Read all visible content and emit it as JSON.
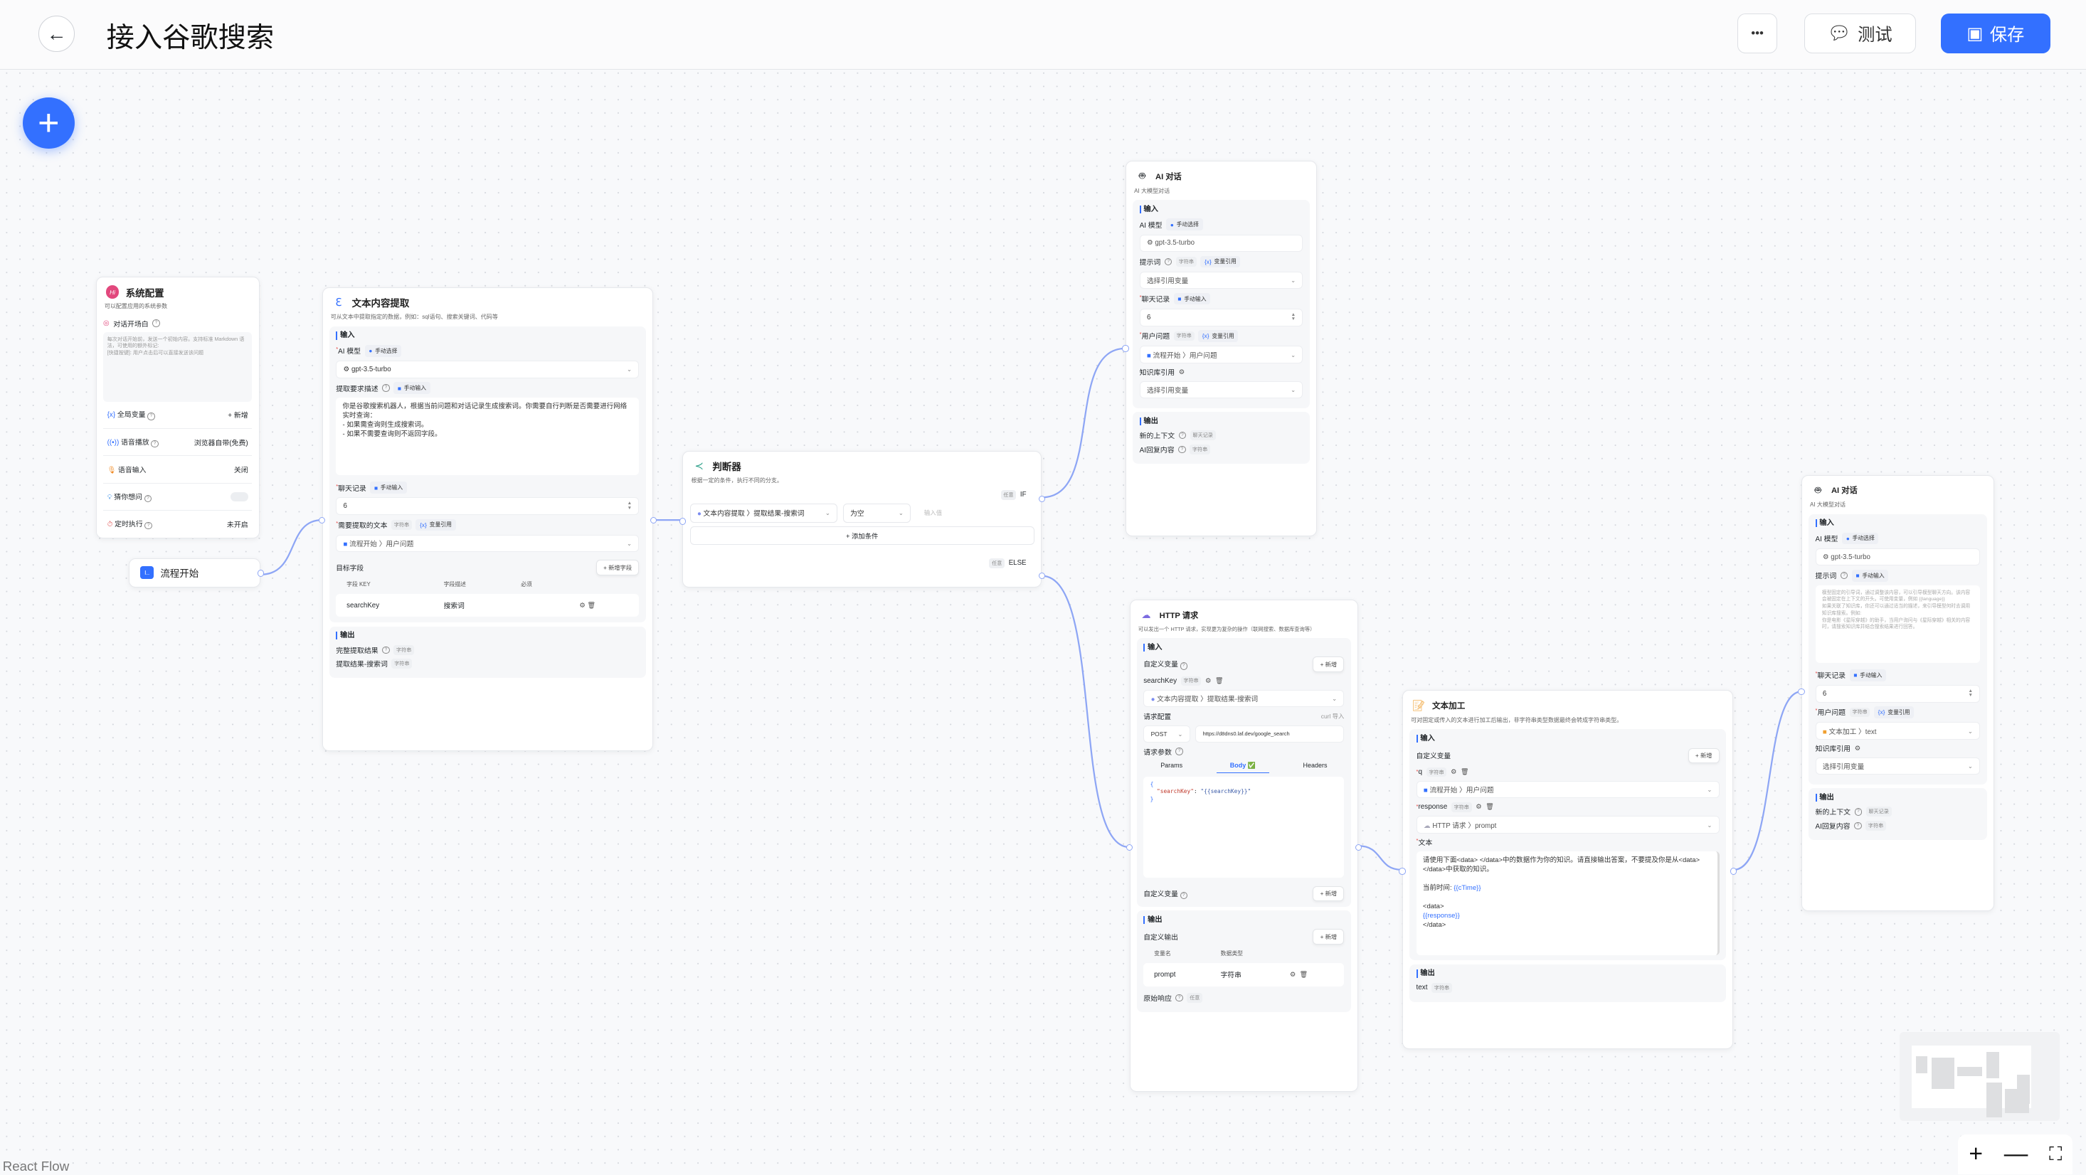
{
  "header": {
    "title": "接入谷歌搜索",
    "more_label": "•••",
    "test_label": "测试",
    "save_label": "保存",
    "accent": "#3370ff"
  },
  "canvas": {
    "add_label": "+",
    "attribution": "React Flow",
    "zoom_in": "+",
    "zoom_out": "—",
    "fit": "⛶"
  },
  "system_config": {
    "title": "系统配置",
    "desc": "可以配置应用的系统参数",
    "welcome_label": "对话开场白",
    "welcome_placeholder": "每次对话开始前，发送一个初始内容。支持标准 Markdown 语法，可使用的额外标记:\n[快捷按键]: 用户点击后可以直接发送该问题",
    "rows": [
      {
        "label": "全局变量",
        "value": "+ 新增"
      },
      {
        "label": "语音播放",
        "value": "浏览器自带(免费)"
      },
      {
        "label": "语音输入",
        "value": "关闭"
      },
      {
        "label": "猜你想问",
        "value": ""
      },
      {
        "label": "定时执行",
        "value": "未开启"
      }
    ]
  },
  "start": {
    "title": "流程开始"
  },
  "extract": {
    "title": "文本内容提取",
    "desc": "可从文本中提取指定的数据，例如：sql语句、搜索关键词、代码等",
    "input_label": "输入",
    "model_label": "AI 模型",
    "model_mode": "手动选择",
    "model_value": "gpt-3.5-turbo",
    "desc_label": "提取要求描述",
    "desc_mode": "手动输入",
    "desc_value": "你是谷歌搜索机器人，根据当前问题和对话记录生成搜索词。你需要自行判断是否需要进行网络实时查询：\n- 如果需查询则生成搜索词。\n- 如果不需要查询则不返回字段。",
    "history_label": "聊天记录",
    "history_mode": "手动输入",
    "history_value": "6",
    "text_label": "需要提取的文本",
    "text_type": "字符串",
    "text_mode": "变量引用",
    "text_value": "流程开始 〉用户问题",
    "fields_label": "目标字段",
    "add_field": "+ 新增字段",
    "col_key": "字段 KEY",
    "col_desc": "字段描述",
    "col_req": "必须",
    "field_key": "searchKey",
    "field_desc": "搜索词",
    "output_label": "输出",
    "out1": "完整提取结果",
    "out1_type": "字符串",
    "out2": "提取结果-搜索词",
    "out2_type": "字符串"
  },
  "judge": {
    "title": "判断器",
    "desc": "根据一定的条件，执行不同的分支。",
    "if_tag": "任意",
    "if_label": "IF",
    "cond_var": "文本内容提取 〉提取结果-搜索词",
    "cond_op": "为空",
    "cond_placeholder": "输入值",
    "add_cond": "+ 添加条件",
    "else_tag": "任意",
    "else_label": "ELSE"
  },
  "ai_chat_1": {
    "title": "AI 对话",
    "desc": "AI 大模型对话",
    "input_label": "输入",
    "model_label": "AI 模型",
    "model_mode": "手动选择",
    "model_value": "gpt-3.5-turbo",
    "prompt_label": "提示词",
    "prompt_type": "字符串",
    "prompt_mode": "变量引用",
    "prompt_value": "选择引用变量",
    "history_label": "聊天记录",
    "history_mode": "手动输入",
    "history_value": "6",
    "question_label": "用户问题",
    "question_type": "字符串",
    "question_mode": "变量引用",
    "question_value": "流程开始 〉用户问题",
    "kb_label": "知识库引用",
    "kb_value": "选择引用变量",
    "output_label": "输出",
    "out1": "新的上下文",
    "out1_type": "聊天记录",
    "out2": "AI回复内容",
    "out2_type": "字符串"
  },
  "http": {
    "title": "HTTP 请求",
    "desc": "可以发出一个 HTTP 请求，实现更为复杂的操作（联网搜索、数据库查询等）",
    "input_label": "输入",
    "custom_var_label": "自定义变量",
    "add_label": "+ 新增",
    "var_name": "searchKey",
    "var_type": "字符串",
    "var_value": "文本内容提取 〉提取结果-搜索词",
    "req_config": "请求配置",
    "curl_import": "curl 导入",
    "method": "POST",
    "url": "https://d8dns0.laf.dev/google_search",
    "params_label": "请求参数",
    "tabs": [
      "Params",
      "Body ✅",
      "Headers"
    ],
    "body_line1": "{",
    "body_key": "\"searchKey\"",
    "body_colon": ": ",
    "body_val": "\"{{searchKey}}\"",
    "body_line3": "}",
    "custom_var_label2": "自定义变量",
    "add_label2": "+ 新增",
    "output_label": "输出",
    "custom_out_label": "自定义输出",
    "add_label3": "+ 新增",
    "col_name": "变量名",
    "col_type": "数据类型",
    "out_name": "prompt",
    "out_type": "字符串",
    "raw_label": "原始响应",
    "raw_type": "任意"
  },
  "text_edit": {
    "title": "文本加工",
    "desc": "可对固定或传入的文本进行加工后输出，非字符串类型数据最终会转成字符串类型。",
    "input_label": "输入",
    "custom_var_label": "自定义变量",
    "add_label": "+ 新增",
    "var1": "q",
    "var1_type": "字符串",
    "var1_value": "流程开始 〉用户问题",
    "var2": "response",
    "var2_type": "字符串",
    "var2_value": "HTTP 请求 〉prompt",
    "text_label": "文本",
    "text_line1": "请使用下面<data> </data>中的数据作为你的知识。请直接输出答案，不要提及你是从<data> </data>中获取的知识。",
    "text_time": "当前时间: ",
    "text_time_var": "{{cTime}}",
    "text_data_open": "<data>",
    "text_data_var": "{{response}}",
    "text_data_close": "</data>",
    "output_label": "输出",
    "out1": "text",
    "out1_type": "字符串"
  },
  "ai_chat_2": {
    "title": "AI 对话",
    "desc": "AI 大模型对话",
    "input_label": "输入",
    "model_label": "AI 模型",
    "model_mode": "手动选择",
    "model_value": "gpt-3.5-turbo",
    "prompt_label": "提示词",
    "prompt_mode": "手动输入",
    "prompt_placeholder": "模型固定的引导词，通过调整该内容，可以引导模型聊天方向。该内容会被固定在上下文的开头。可使用变量，例如 {{language}}\n如果关联了知识库，你还可以通过适当的描述，来引导模型何时去调用知识库搜索。例如:\n你是电影《星际穿越》的助手，当用户询问与《星际穿越》相关的内容时，请搜索知识库并结合搜索结果进行回答。",
    "history_label": "聊天记录",
    "history_mode": "手动输入",
    "history_value": "6",
    "question_label": "用户问题",
    "question_type": "字符串",
    "question_mode": "变量引用",
    "question_value": "文本加工 〉text",
    "kb_label": "知识库引用",
    "kb_value": "选择引用变量",
    "output_label": "输出",
    "out1": "新的上下文",
    "out1_type": "聊天记录",
    "out2": "AI回复内容",
    "out2_type": "字符串"
  }
}
